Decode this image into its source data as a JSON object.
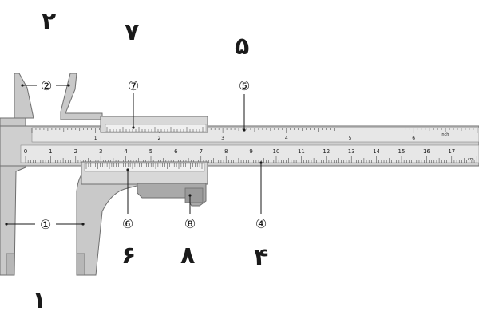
{
  "colors": {
    "body": "#c9c9c9",
    "body_dark": "#a9a9a9",
    "outline": "#6e6e6e",
    "ink": "#1a1a1a",
    "scale": "#e7e7e7"
  },
  "arabic_labels": [
    {
      "id": "1",
      "text": "١"
    },
    {
      "id": "2",
      "text": "٢"
    },
    {
      "id": "4",
      "text": "۴"
    },
    {
      "id": "5",
      "text": "۵"
    },
    {
      "id": "6",
      "text": "۶"
    },
    {
      "id": "7",
      "text": "٧"
    },
    {
      "id": "8",
      "text": "٨"
    }
  ],
  "callouts": [
    {
      "id": "1",
      "text": "①"
    },
    {
      "id": "2",
      "text": "②"
    },
    {
      "id": "4",
      "text": "④"
    },
    {
      "id": "5",
      "text": "⑤"
    },
    {
      "id": "6",
      "text": "⑥"
    },
    {
      "id": "7",
      "text": "⑦"
    },
    {
      "id": "8",
      "text": "⑧"
    }
  ],
  "main_scale_unit": "cm",
  "top_scale_unit": "inch",
  "main_scale_numbers": [
    "0",
    "1",
    "2",
    "3",
    "4",
    "5",
    "6",
    "7",
    "8",
    "9",
    "10",
    "11",
    "12",
    "13",
    "14",
    "15",
    "16",
    "17"
  ],
  "top_scale_numbers": [
    "1",
    "2",
    "3",
    "4",
    "5",
    "6"
  ]
}
